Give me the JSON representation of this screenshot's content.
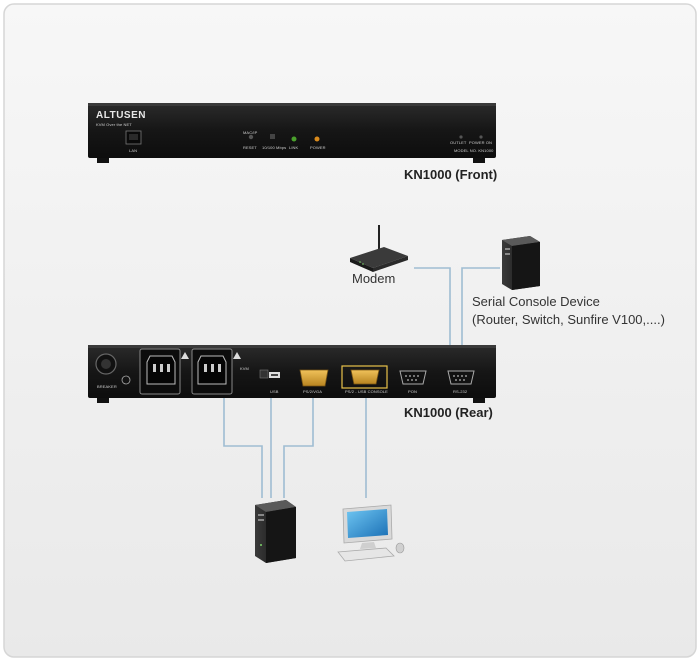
{
  "front": {
    "brand": "ALTUSEN",
    "brand_tagline": "KVM Over the NET",
    "caption": "KN1000 (Front)",
    "labels": {
      "lan": "LAN",
      "reset": "RESET",
      "mac": "MAC/IP",
      "speed": "10/100 Mbps",
      "link": "LINK",
      "power": "POWER",
      "outlet": "OUTLET",
      "power_on": "POWER ON",
      "model": "MODEL NO. KN1000"
    }
  },
  "rear": {
    "caption": "KN1000 (Rear)",
    "labels": {
      "breaker": "BREAKER",
      "kvm": "KVM",
      "usb": "USB",
      "ps2vga": "PS/2/VGA",
      "console": "PS/2 - USB CONSOLE",
      "pon": "PON",
      "rs232": "RS-232"
    }
  },
  "modem": {
    "label": "Modem"
  },
  "serial_device": {
    "line1": "Serial Console Device",
    "line2": "(Router, Switch, Sunfire V100,....)"
  },
  "colors": {
    "cable": "#9fbdd2",
    "device_body": "#1e1e1e",
    "vga_port": "#d9a93a",
    "console_highlight": "#e8c24a",
    "led_link": "#4aa02c",
    "led_power": "#d98a1c"
  }
}
